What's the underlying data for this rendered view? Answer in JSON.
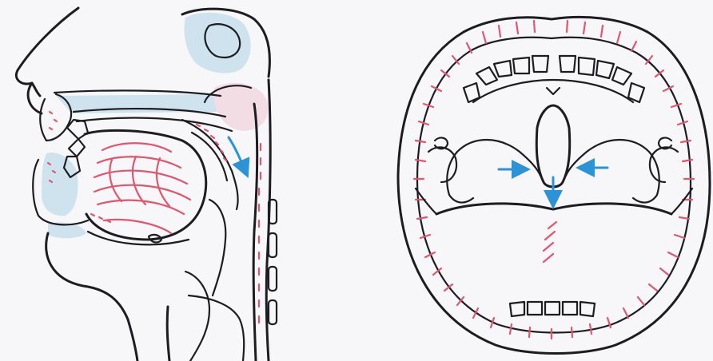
{
  "colors": {
    "background": "#f7f7f9",
    "ink": "#1c1c22",
    "tissue_pink": "#e0566e",
    "cavity_blue": "#cfe3ee",
    "arrow_blue": "#2b93d6"
  },
  "panels": [
    {
      "name": "sagittal-section",
      "icons": [
        "nose",
        "palate",
        "tongue",
        "pharynx",
        "spine"
      ]
    },
    {
      "name": "open-mouth-view",
      "icons": [
        "lips",
        "teeth",
        "uvula",
        "tonsils",
        "tongue"
      ]
    }
  ],
  "arrows": [
    "soft-palate-down-arrow",
    "uvula-down-arrow",
    "left-tonsil-arrow",
    "right-tonsil-arrow"
  ]
}
